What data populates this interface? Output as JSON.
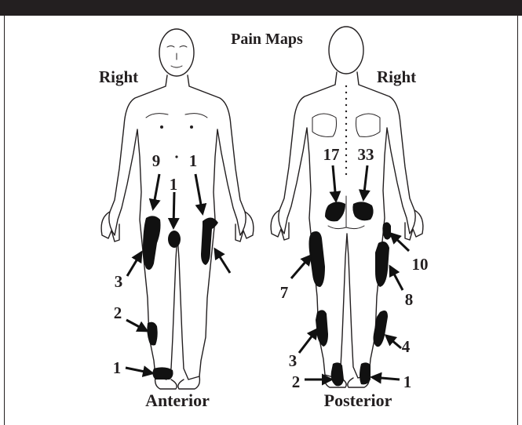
{
  "title": "Pain Maps",
  "left_side_label": "Right",
  "right_side_label": "Right",
  "front_caption": "Anterior",
  "back_caption": "Posterior",
  "anterior_labels": [
    "9",
    "1",
    "1",
    "3",
    "2",
    "1"
  ],
  "posterior_labels": [
    "17",
    "33",
    "10",
    "7",
    "8",
    "3",
    "4",
    "2",
    "1"
  ],
  "colors": {
    "ink": "#231f20",
    "mark": "#111111",
    "background": "#ffffff"
  }
}
